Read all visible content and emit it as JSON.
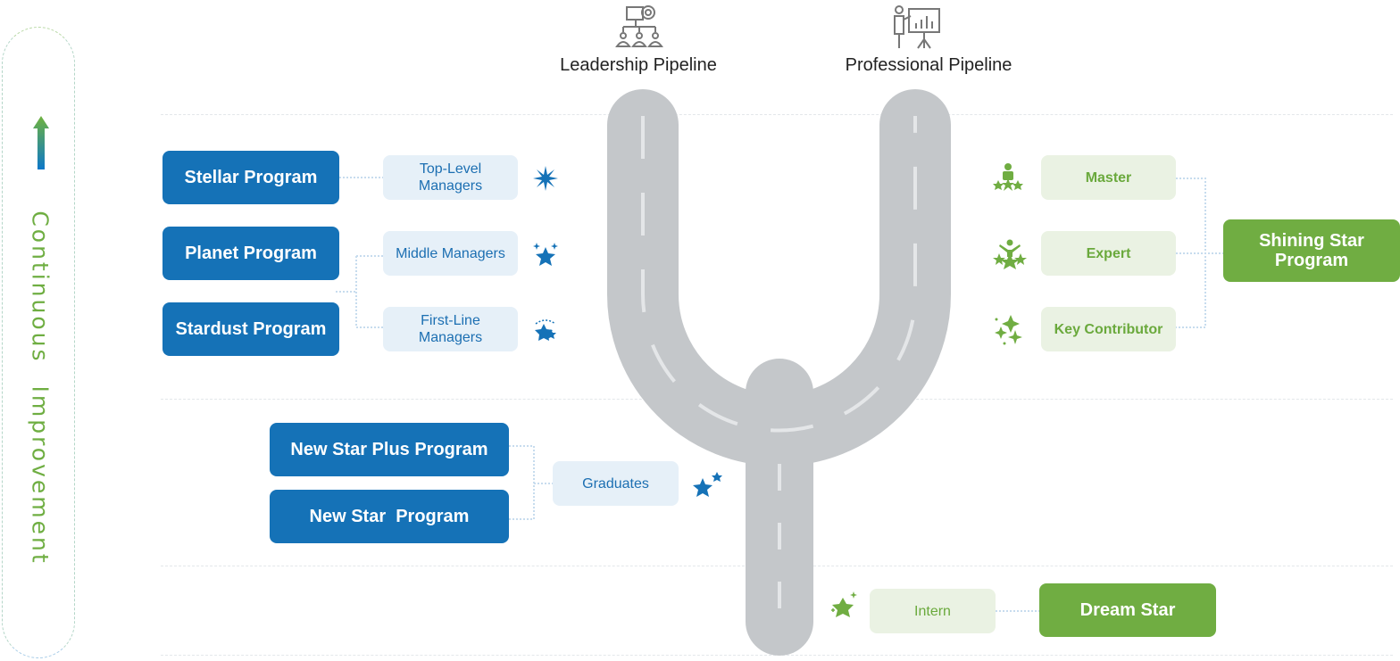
{
  "side_label": "Continuous Improvement",
  "pipelines": {
    "leadership": "Leadership Pipeline",
    "professional": "Professional Pipeline"
  },
  "leadership": {
    "programs": [
      "Stellar Program",
      "Planet Program",
      "Stardust Program"
    ],
    "levels": [
      "Top-Level Managers",
      "Middle Managers",
      "First-Line Managers"
    ]
  },
  "entry": {
    "programs": [
      "New Star Plus Program",
      "New Star  Program"
    ],
    "level": "Graduates"
  },
  "professional": {
    "levels": [
      "Master",
      "Expert",
      "Key Contributor"
    ],
    "program": "Shining Star Program"
  },
  "intern": {
    "level": "Intern",
    "program": "Dream Star"
  },
  "colors": {
    "blue": "#1572b7",
    "green": "#70ad42",
    "road": "#c4c7ca"
  }
}
